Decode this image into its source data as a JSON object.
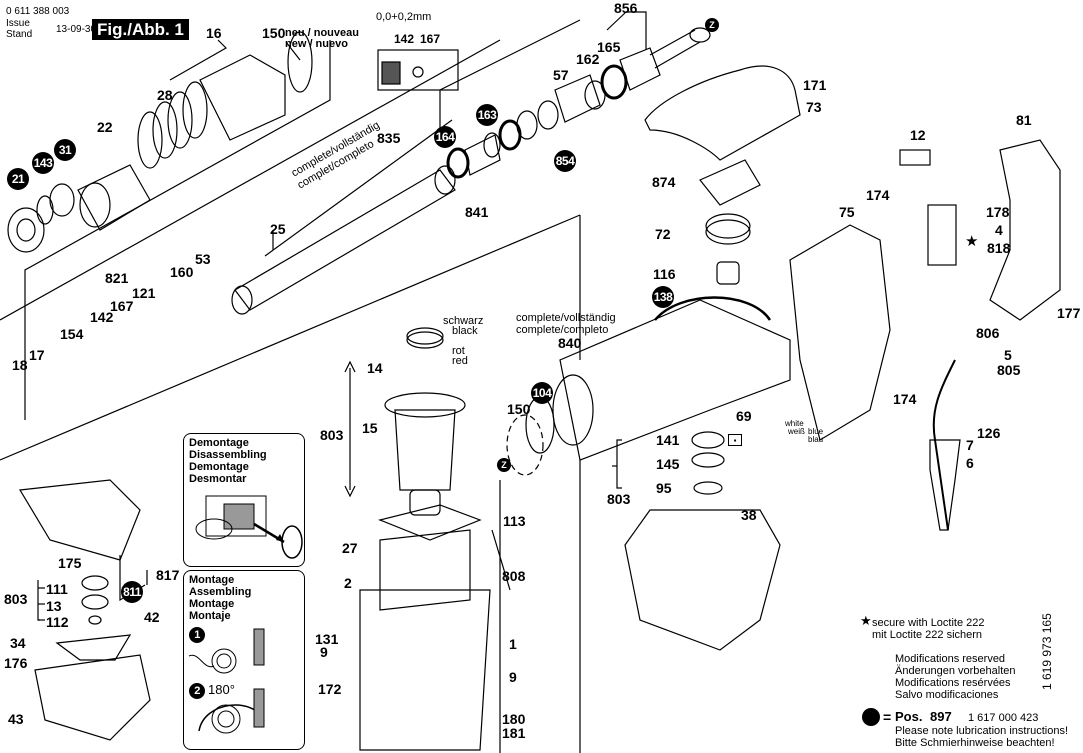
{
  "header": {
    "part_number": "0 611 388 003",
    "issue_label": "Issue",
    "stand_label": "Stand",
    "issue_date": "13-09-30",
    "figure_title": "Fig./Abb. 1"
  },
  "detail_inset": {
    "tolerance": "0,0+0,2mm",
    "parts": [
      "142",
      "167"
    ]
  },
  "callouts": {
    "p16": "16",
    "p150a": "150",
    "p150a_note1": "neu / nouveau",
    "p150a_note2": "new / nuevo",
    "p28": "28",
    "p22": "22",
    "p835": "835",
    "p835_note1": "complete/vollständig",
    "p835_note2": "complet/completo",
    "p25": "25",
    "p841": "841",
    "p856": "856",
    "p165": "165",
    "p162": "162",
    "p57": "57",
    "p171": "171",
    "p73": "73",
    "p821": "821",
    "p121": "121",
    "p167": "167",
    "p142": "142",
    "p160": "160",
    "p53": "53",
    "p154": "154",
    "p18": "18",
    "p17": "17",
    "p874": "874",
    "p72": "72",
    "p116": "116",
    "p12": "12",
    "p81": "81",
    "p174a": "174",
    "p75": "75",
    "p178": "178",
    "p4": "4",
    "p818": "818",
    "p177": "177",
    "p14": "14",
    "p15": "15",
    "p803a": "803",
    "schwarz": "schwarz",
    "black": "black",
    "rot": "rot",
    "red": "red",
    "p840": "840",
    "p840_note1": "complete/vollständig",
    "p840_note2": "complete/completo",
    "p150b": "150",
    "p69": "69",
    "p141": "141",
    "p145": "145",
    "p95": "95",
    "p803b": "803",
    "p806": "806",
    "p5": "5",
    "p805": "805",
    "p174b": "174",
    "p126": "126",
    "p7": "7",
    "p6": "6",
    "white": "white",
    "weiss": "weiß",
    "blue": "blue",
    "blau": "blau",
    "p38": "38",
    "p113": "113",
    "p27": "27",
    "p2": "2",
    "p808": "808",
    "p131": "131",
    "p9a": "9",
    "p172": "172",
    "p1": "1",
    "p9b": "9",
    "p180": "180",
    "p181": "181",
    "p175": "175",
    "p111": "111",
    "p13": "13",
    "p112": "112",
    "p803c": "803",
    "p817": "817",
    "p42": "42",
    "p34": "34",
    "p176": "176",
    "p43": "43"
  },
  "lube_badges": {
    "b21": "21",
    "b143": "143",
    "b31": "31",
    "b164": "164",
    "b163": "163",
    "b854": "854",
    "b138": "138",
    "b104": "104",
    "b811": "811",
    "z": "Z"
  },
  "demontage_box": {
    "lines": [
      "Demontage",
      "Disassembling",
      "Demontage",
      "Desmontar"
    ]
  },
  "montage_box": {
    "lines": [
      "Montage",
      "Assembling",
      "Montage",
      "Montaje"
    ],
    "step1": "1",
    "step2": "2",
    "angle": "180°"
  },
  "notes": {
    "loctite_en": "secure with Loctite 222",
    "loctite_de": "mit Loctite 222 sichern",
    "mod_en": "Modifications reserved",
    "mod_de": "Änderungen vorbehalten",
    "mod_fr": "Modifications resérvées",
    "mod_es": "Salvo modificaciones",
    "pos_label": "Pos.",
    "pos_number": "897",
    "pos_part": "1 617 000 423",
    "lube_en": "Please note lubrication instructions!",
    "lube_de": "Bitte Schmierhinweise beachten!",
    "doc_number": "1 619 973 165"
  }
}
